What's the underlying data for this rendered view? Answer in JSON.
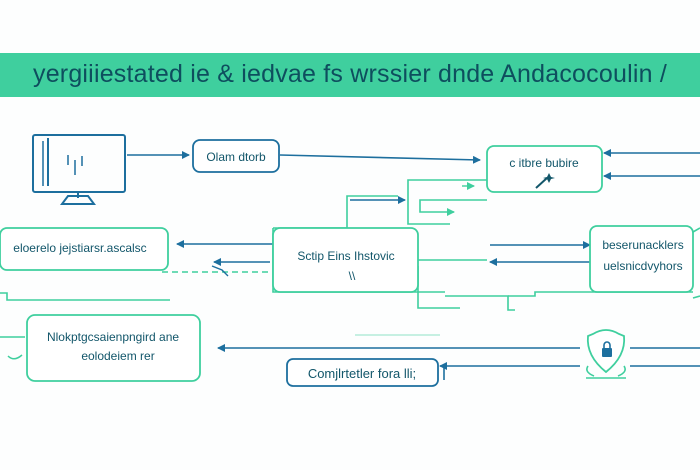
{
  "banner": {
    "title": "yergiiiestated ie & iedvae fs wrssier dnde Andacocoulin /",
    "color": "#3fcf9e"
  },
  "colors": {
    "blue": "#1d6f9e",
    "teal": "#3fcf9e",
    "text": "#12566a"
  },
  "nodes": {
    "olam": "Olam dtorb",
    "cithre": "c itbre bubire",
    "cithre_icon": "magic-pointer-icon",
    "left_top": "eloerelo jejstiarsr.ascalsc",
    "center_line1": "Sctip Eins Ihstovic",
    "center_line2": "\\\\",
    "right_line1": "beserunacklers",
    "right_line2": "uelsnicdvyhors",
    "left_bottom_line1": "Nlokptgcsaienpngird ane",
    "left_bottom_line2": "eolodeiem rer",
    "bottom": "Comjlrtetler fora lli;",
    "monitor_icon": "monitor-icon",
    "lock_icon": "shield-lock-icon"
  }
}
